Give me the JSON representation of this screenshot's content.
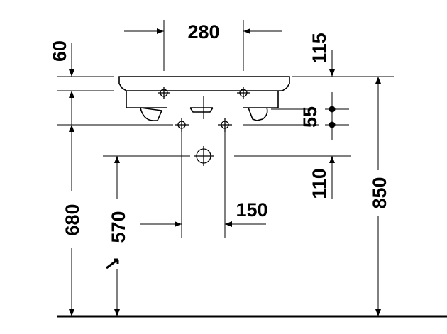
{
  "dimensions": {
    "tap_hole_spacing": "280",
    "basin_rim_height": "60",
    "rim_to_tap_offset": "115",
    "supply_spacing_vertical": "55",
    "supply_to_waste_drop": "110",
    "supply_spacing_horizontal": "150",
    "supply_height": "680",
    "waste_height": "570",
    "overall_height": "850"
  },
  "colors": {
    "line": "#000000",
    "background": "#ffffff"
  },
  "icons": [
    "arrow-icon",
    "crosshair-icon",
    "circle-icon",
    "dot-icon"
  ]
}
